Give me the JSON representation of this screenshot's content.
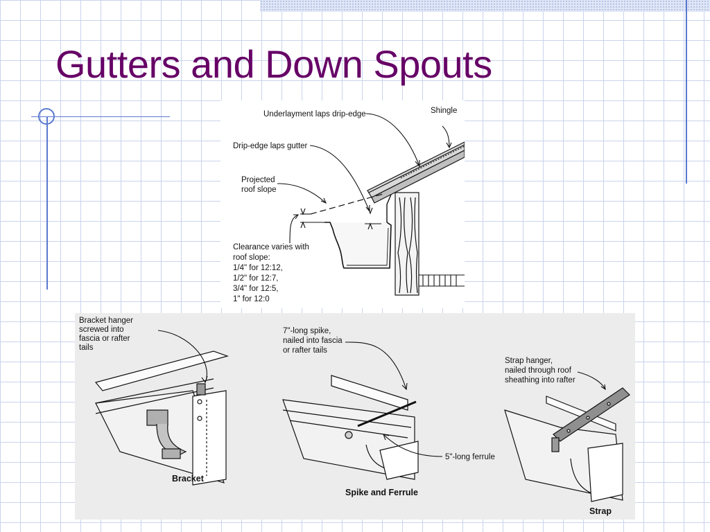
{
  "slide": {
    "title": "Gutters and Down Spouts"
  },
  "top_diagram": {
    "labels": {
      "underlayment": "Underlayment laps drip-edge",
      "shingle": "Shingle",
      "drip_edge": "Drip-edge laps gutter",
      "projected_1": "Projected",
      "projected_2": "roof slope",
      "clearance_1": "Clearance varies with",
      "clearance_2": "roof slope:",
      "clearance_3": "1/4\" for 12:12,",
      "clearance_4": "1/2\" for 12:7,",
      "clearance_5": "3/4\" for 12:5,",
      "clearance_6": "1\" for 12:0"
    }
  },
  "bottom_diagram": {
    "bracket": {
      "callout_1": "Bracket hanger",
      "callout_2": "screwed into",
      "callout_3": "fascia or rafter",
      "callout_4": "tails",
      "caption": "Bracket"
    },
    "spike": {
      "callout_1": "7\"-long spike,",
      "callout_2": "nailed into fascia",
      "callout_3": "or rafter tails",
      "ferrule": "5\"-long ferrule",
      "caption": "Spike and Ferrule"
    },
    "strap": {
      "callout_1": "Strap hanger,",
      "callout_2": "nailed through roof",
      "callout_3": "sheathing into rafter",
      "caption": "Strap"
    }
  }
}
